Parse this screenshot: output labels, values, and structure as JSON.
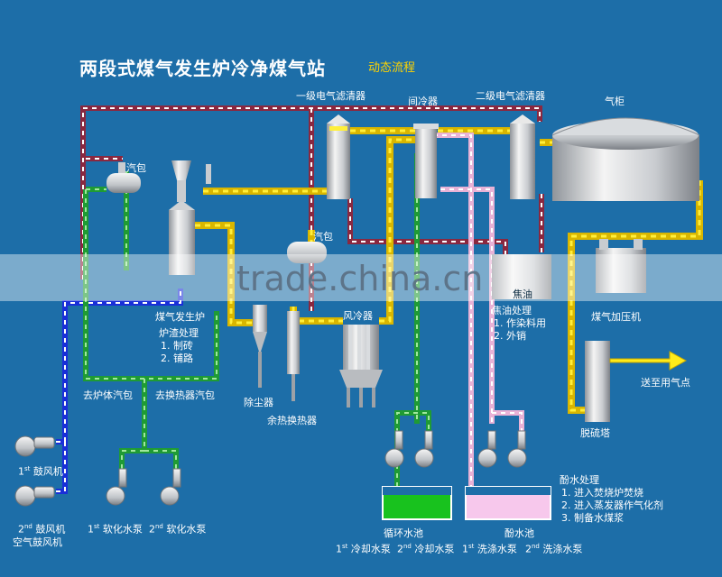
{
  "header": {
    "title": "两段式煤气发生炉冷净煤气站",
    "subtitle": "动态流程"
  },
  "equipment": {
    "esp1": "一级电气滤清器",
    "intercooler": "间冷器",
    "esp2": "二级电气滤清器",
    "gas_holder": "气柜",
    "steam_drum_1": "汽包",
    "steam_drum_2": "汽包",
    "gasifier": "煤气发生炉",
    "tar": "焦油",
    "air_cooler": "风冷器",
    "gas_booster": "煤气加压机",
    "dust_remover": "除尘器",
    "waste_heat": "余热换热器",
    "desulfurizer": "脱硫塔",
    "to_users": "送至用气点",
    "to_furnace_drum": "去炉体汽包",
    "to_exchanger_drum": "去换热器汽包",
    "circ_pool": "循环水池",
    "phenol_pool": "酚水池"
  },
  "notes": {
    "slag_title": "炉渣处理",
    "slag_items": [
      "1. 制砖",
      "2. 铺路"
    ],
    "tar_title": "焦油处理",
    "tar_items": [
      "1. 作染料用",
      "2. 外销"
    ],
    "phenol_title": "酚水处理",
    "phenol_items": [
      "1. 进入焚烧炉焚烧",
      "2. 进入蒸发器作气化剂",
      "3. 制备水煤浆"
    ]
  },
  "pumps": {
    "blower1_num": "1",
    "blower1_sup": "st",
    "blower1_label": "鼓风机",
    "blower2_num": "2",
    "blower2_sup": "nd",
    "blower2_label": "鼓风机",
    "blower_group": "空气鼓风机",
    "soft1_num": "1",
    "soft1_sup": "st",
    "soft1_label": "软化水泵",
    "soft2_num": "2",
    "soft2_sup": "nd",
    "soft2_label": "软化水泵",
    "cool1_num": "1",
    "cool1_sup": "st",
    "cool1_label": "冷却水泵",
    "cool2_num": "2",
    "cool2_sup": "nd",
    "cool2_label": "冷却水泵",
    "wash1_num": "1",
    "wash1_sup": "st",
    "wash1_label": "洗涤水泵",
    "wash2_num": "2",
    "wash2_sup": "nd",
    "wash2_label": "洗涤水泵"
  },
  "watermark": "trade.china.cn",
  "colors": {
    "background": "#1d6ea8",
    "gas_line": "#ffeb1a",
    "air_line": "#1a2fd8",
    "water_line": "#2fb544",
    "return_line": "#8a2840",
    "wash_line": "#f2c2e0",
    "circ_water": "#18c21e",
    "phenol_water": "#f7c8ec"
  }
}
